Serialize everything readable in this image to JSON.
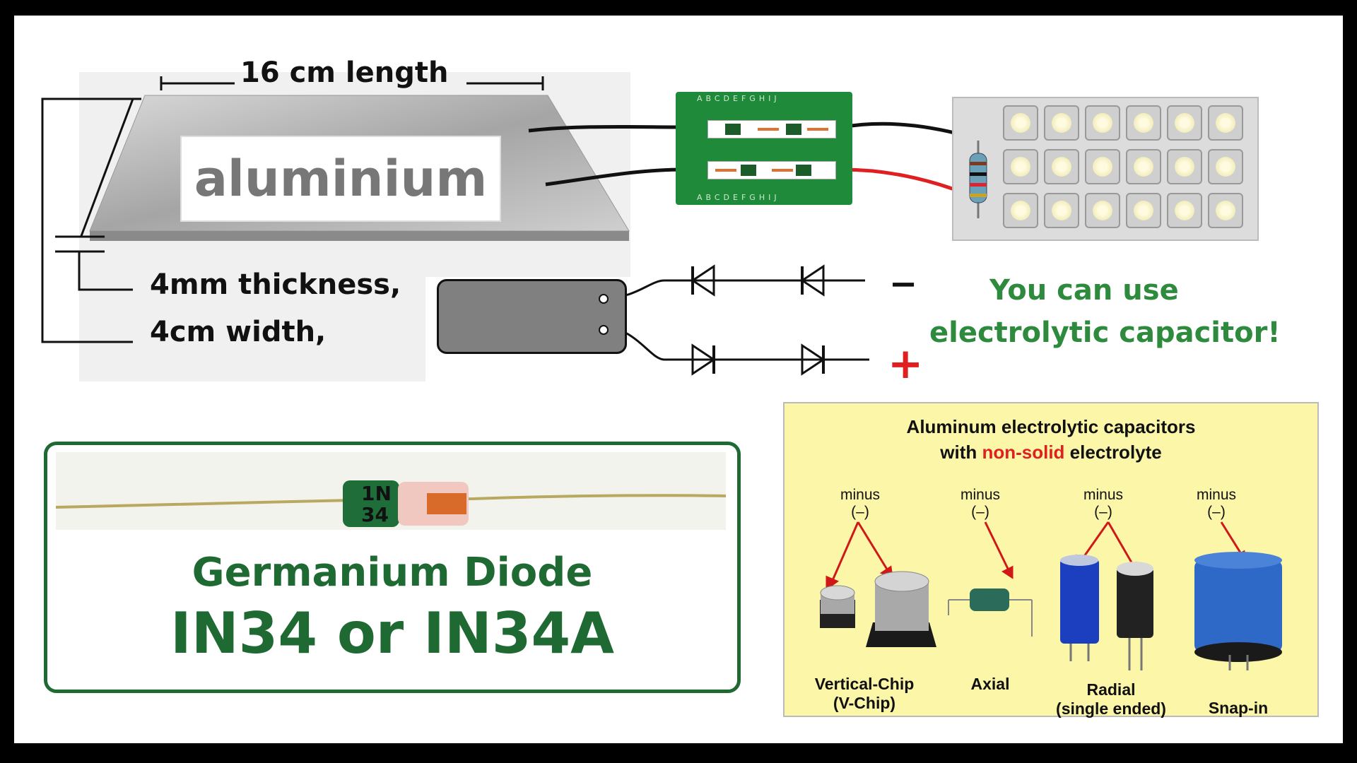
{
  "aluminium": {
    "length_label": "16 cm length",
    "material_label": "aluminium",
    "thickness_label": "4mm thickness,",
    "width_label": "4cm width,"
  },
  "circuit": {
    "minus_sign": "−",
    "plus_sign": "+"
  },
  "note": {
    "line1": "You can use",
    "line2": "electrolytic capacitor!"
  },
  "diode": {
    "photo_text_line1": "1N",
    "photo_text_line2": "34",
    "name_label": "Germanium Diode",
    "part_label": "IN34 or IN34A"
  },
  "pcb": {
    "column_letters": "ABCDEFGHIJ"
  },
  "electrolytic_panel": {
    "title_line1": "Aluminum electrolytic capacitors",
    "title_line2_pre": "with ",
    "title_line2_red": "non-solid",
    "title_line2_post": " electrolyte",
    "minus_word": "minus",
    "minus_symbol": "(–)",
    "types": [
      {
        "line1": "Vertical-Chip",
        "line2": "(V-Chip)"
      },
      {
        "line1": "Axial",
        "line2": ""
      },
      {
        "line1": "Radial",
        "line2": "(single ended)"
      },
      {
        "line1": "Snap-in",
        "line2": ""
      }
    ]
  },
  "colors": {
    "green_text": "#2e8b3e",
    "dark_green": "#1e6a32",
    "red": "#e02020",
    "yellow_panel": "#fbf6a8"
  }
}
